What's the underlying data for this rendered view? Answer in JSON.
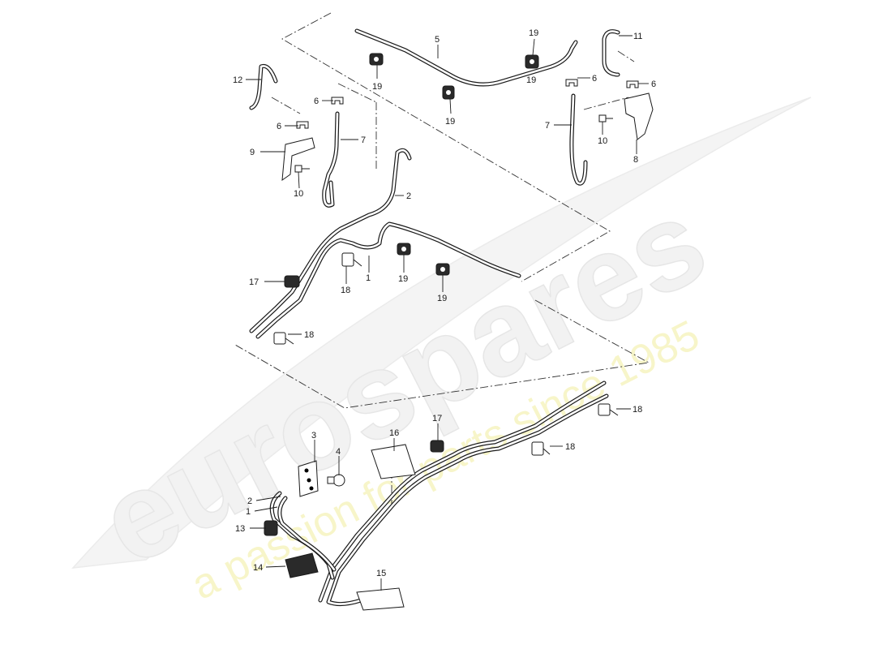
{
  "watermark": {
    "logo": "eurospares",
    "tagline": "a passion for parts since 1985"
  },
  "callouts": [
    {
      "id": "c-5",
      "label": "5"
    },
    {
      "id": "c-19a",
      "label": "19"
    },
    {
      "id": "c-19b",
      "label": "19"
    },
    {
      "id": "c-19c",
      "label": "19"
    },
    {
      "id": "c-19d",
      "label": "19"
    },
    {
      "id": "c-11",
      "label": "11"
    },
    {
      "id": "c-6a",
      "label": "6"
    },
    {
      "id": "c-6b",
      "label": "6"
    },
    {
      "id": "c-12",
      "label": "12"
    },
    {
      "id": "c-6c",
      "label": "6"
    },
    {
      "id": "c-6d",
      "label": "6"
    },
    {
      "id": "c-7a",
      "label": "7"
    },
    {
      "id": "c-7b",
      "label": "7"
    },
    {
      "id": "c-9",
      "label": "9"
    },
    {
      "id": "c-10a",
      "label": "10"
    },
    {
      "id": "c-10b",
      "label": "10"
    },
    {
      "id": "c-8",
      "label": "8"
    },
    {
      "id": "c-2a",
      "label": "2"
    },
    {
      "id": "c-1a",
      "label": "1"
    },
    {
      "id": "c-17a",
      "label": "17"
    },
    {
      "id": "c-18a",
      "label": "18"
    },
    {
      "id": "c-19e",
      "label": "19"
    },
    {
      "id": "c-19f",
      "label": "19"
    },
    {
      "id": "c-18b",
      "label": "18"
    },
    {
      "id": "c-18c",
      "label": "18"
    },
    {
      "id": "c-3",
      "label": "3"
    },
    {
      "id": "c-4",
      "label": "4"
    },
    {
      "id": "c-16",
      "label": "16"
    },
    {
      "id": "c-17b",
      "label": "17"
    },
    {
      "id": "c-18d",
      "label": "18"
    },
    {
      "id": "c-2b",
      "label": "2"
    },
    {
      "id": "c-1b",
      "label": "1"
    },
    {
      "id": "c-13",
      "label": "13"
    },
    {
      "id": "c-14",
      "label": "14"
    },
    {
      "id": "c-15",
      "label": "15"
    }
  ]
}
